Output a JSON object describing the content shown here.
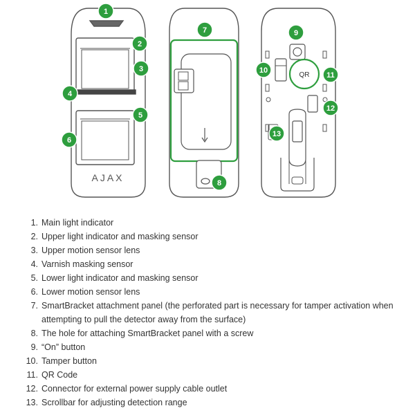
{
  "brand": {
    "logo_text": "AJAX"
  },
  "diagram": {
    "qr_label": "QR",
    "badge_color": "#2e9e3e",
    "badges": [
      "1",
      "2",
      "3",
      "4",
      "5",
      "6",
      "7",
      "8",
      "9",
      "10",
      "11",
      "12",
      "13"
    ]
  },
  "legend": {
    "items": [
      "Main light indicator",
      "Upper light indicator and masking sensor",
      "Upper motion sensor lens",
      "Varnish masking sensor",
      "Lower light indicator and masking sensor",
      "Lower motion sensor lens",
      "SmartBracket attachment panel (the perforated part is necessary for tamper activation when attempting to pull the detector away from the surface)",
      "The hole for attaching SmartBracket panel with a screw",
      "“On” button",
      "Tamper button",
      "QR Code",
      "Connector for external power supply cable outlet",
      "Scrollbar for adjusting detection range"
    ]
  }
}
